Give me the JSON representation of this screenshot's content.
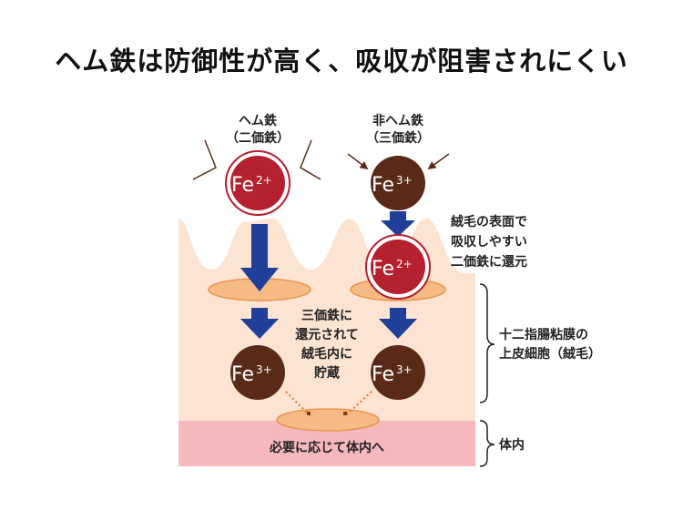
{
  "title": "ヘム鉄は防御性が高く、吸収が阻害されにくい",
  "heme": {
    "line1": "ヘム鉄",
    "line2": "（二価鉄）"
  },
  "nonheme": {
    "line1": "非ヘム鉄",
    "line2": "（三価鉄）"
  },
  "ion": {
    "fe": "Fe",
    "charge2": "2+",
    "charge3": "3+"
  },
  "note_reduce": [
    "絨毛の表面で",
    "吸収しやすい",
    "二価鉄に還元"
  ],
  "note_store": [
    "三価鉄に",
    "還元されて",
    "絨毛内に",
    "貯蔵"
  ],
  "bottom_text": "必要に応じて体内へ",
  "bracket_cells": [
    "十二指腸粘膜の",
    "上皮細胞（絨毛）"
  ],
  "bracket_body": "体内",
  "colors": {
    "epithelium": "#fce3d2",
    "body": "#f4b8bd",
    "ellipse": "#f6bb84",
    "ellipse_stroke": "#e8954f",
    "arrow_blue": "#1f3f99",
    "fe2_red": "#b5212f",
    "fe3_brown": "#5a2a18",
    "pointer": "#5a2a18",
    "dotted": "#e07b2e"
  }
}
